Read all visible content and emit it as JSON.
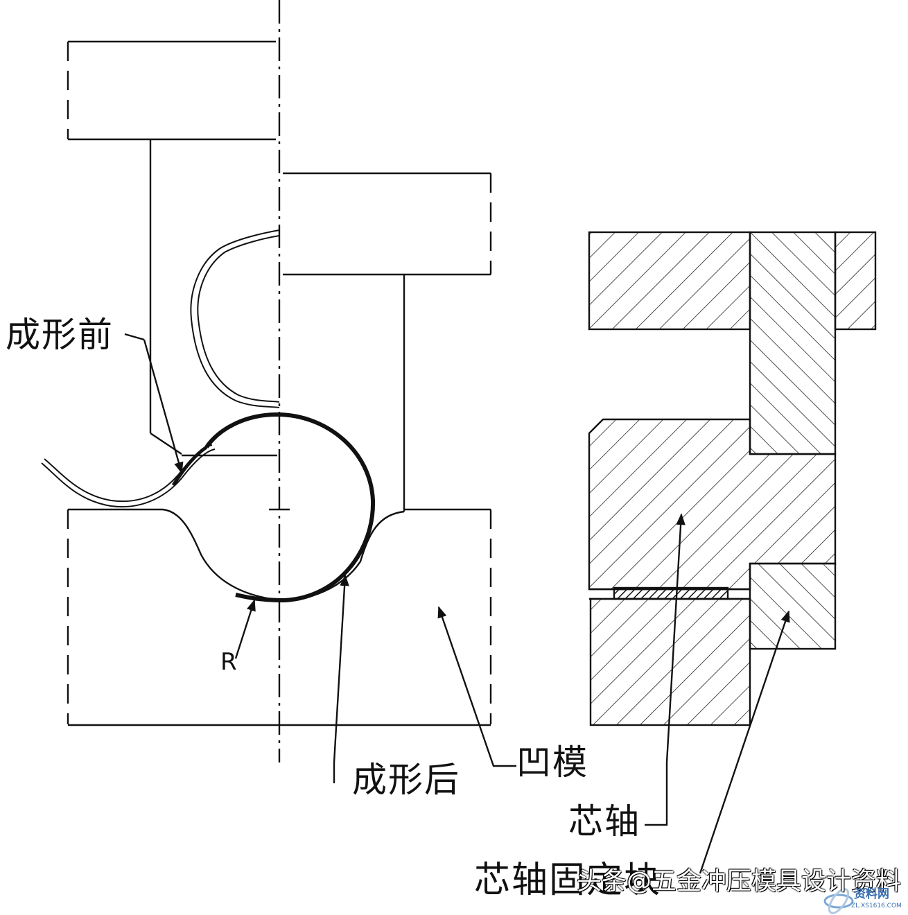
{
  "labels": {
    "before_forming": "成形前",
    "r_mark": "R",
    "after_forming": "成形后",
    "die": "凹模",
    "mandrel": "芯轴",
    "mandrel_fixing_block": "芯轴固定块"
  },
  "watermark": {
    "attribution": "头条@五金冲压模具设计资料",
    "site_name": "资料网",
    "site_url": "ZL.XS1616.COM"
  },
  "colors": {
    "line": "#111111",
    "background": "#ffffff",
    "watermark_text": "#ffffff"
  }
}
